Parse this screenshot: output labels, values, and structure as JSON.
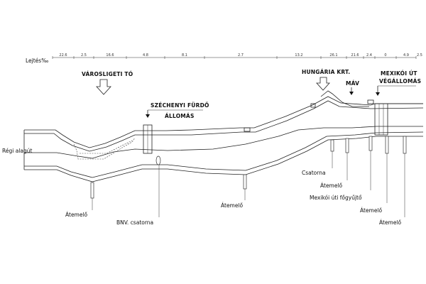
{
  "gradient": {
    "label": "Lejtés‰",
    "values": [
      "22.6",
      "2.5",
      "16.6",
      "4.8",
      "8.1",
      "2.7",
      "13.2",
      "26.1",
      "21.6",
      "2.4",
      "0",
      "4.9",
      "2.5"
    ]
  },
  "places": {
    "varosliget": "VÁROSLIGETI TÓ",
    "szechenyi_line1": "SZÉCHENYI FÜRDŐ",
    "szechenyi_line2": "ÁLLOMÁS",
    "hungaria": "HUNGÁRIA KRT.",
    "mav": "MÁV",
    "mexikoi_line1": "MEXIKÓI ÚT",
    "mexikoi_line2": "VÉGÁLLOMÁS"
  },
  "callouts": {
    "regi_alagut": "Régi alagút",
    "atemelo_1": "Átemelő",
    "bnv_csatorna": "BNV. csatorna",
    "atemelo_2": "Átemelő",
    "csatorna": "Csatorna",
    "atemelo_3": "Átemelő",
    "mexikoi_fogyujto": "Mexikói úti főgyűjtő",
    "atemelo_4": "Átemelő",
    "atemelo_5": "Átemelő"
  },
  "colors": {
    "line": "#222222",
    "background": "#ffffff"
  }
}
